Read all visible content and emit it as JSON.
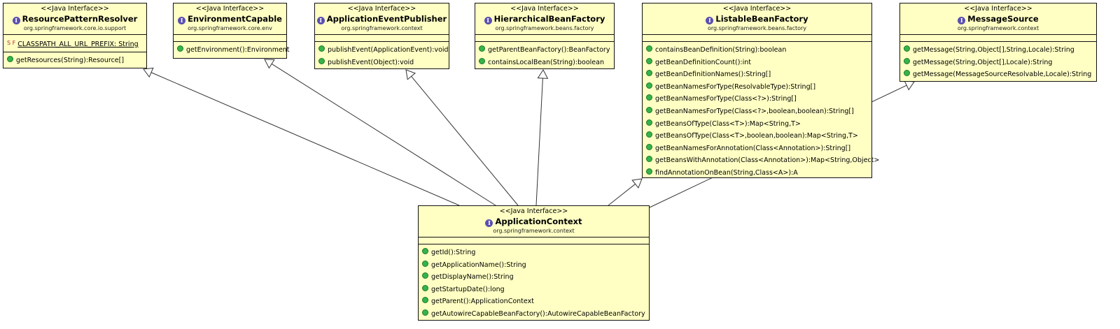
{
  "stereotype": "<<Java Interface>>",
  "interface_icon": "I",
  "boxes": {
    "resource_pattern_resolver": {
      "name": "ResourcePatternResolver",
      "package": "org.springframework.core.io.support",
      "fields": [
        "CLASSPATH_ALL_URL_PREFIX: String"
      ],
      "methods": [
        "getResources(String):Resource[]"
      ]
    },
    "environment_capable": {
      "name": "EnvironmentCapable",
      "package": "org.springframework.core.env",
      "methods": [
        "getEnvironment():Environment"
      ]
    },
    "application_event_publisher": {
      "name": "ApplicationEventPublisher",
      "package": "org.springframework.context",
      "methods": [
        "publishEvent(ApplicationEvent):void",
        "publishEvent(Object):void"
      ]
    },
    "hierarchical_bean_factory": {
      "name": "HierarchicalBeanFactory",
      "package": "org.springframework.beans.factory",
      "methods": [
        "getParentBeanFactory():BeanFactory",
        "containsLocalBean(String):boolean"
      ]
    },
    "listable_bean_factory": {
      "name": "ListableBeanFactory",
      "package": "org.springframework.beans.factory",
      "methods": [
        "containsBeanDefinition(String):boolean",
        "getBeanDefinitionCount():int",
        "getBeanDefinitionNames():String[]",
        "getBeanNamesForType(ResolvableType):String[]",
        "getBeanNamesForType(Class<?>):String[]",
        "getBeanNamesForType(Class<?>,boolean,boolean):String[]",
        "getBeansOfType(Class<T>):Map<String,T>",
        "getBeansOfType(Class<T>,boolean,boolean):Map<String,T>",
        "getBeanNamesForAnnotation(Class<Annotation>):String[]",
        "getBeansWithAnnotation(Class<Annotation>):Map<String,Object>",
        "findAnnotationOnBean(String,Class<A>):A"
      ]
    },
    "message_source": {
      "name": "MessageSource",
      "package": "org.springframework.context",
      "methods": [
        "getMessage(String,Object[],String,Locale):String",
        "getMessage(String,Object[],Locale):String",
        "getMessage(MessageSourceResolvable,Locale):String"
      ]
    },
    "application_context": {
      "name": "ApplicationContext",
      "package": "org.springframework.context",
      "methods": [
        "getId():String",
        "getApplicationName():String",
        "getDisplayName():String",
        "getStartupDate():long",
        "getParent():ApplicationContext",
        "getAutowireCapableBeanFactory():AutowireCapableBeanFactory"
      ]
    }
  },
  "colors": {
    "box_fill": "#ffffc4",
    "border": "#111111",
    "method_dot": "#36b34a",
    "interface_icon": "#5a4fb0",
    "edge": "#333333"
  }
}
